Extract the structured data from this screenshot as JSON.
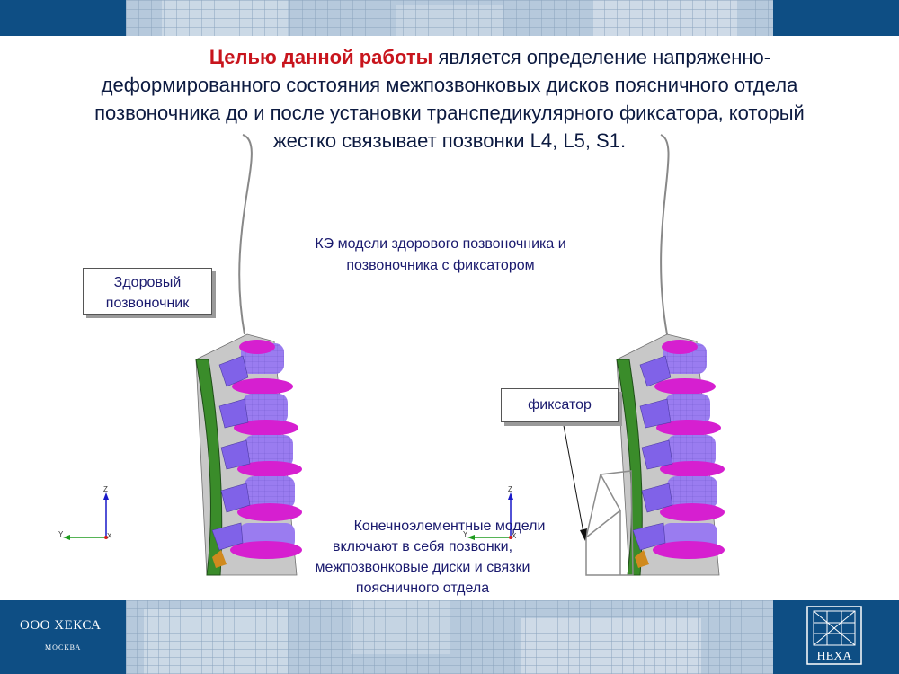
{
  "header": {
    "title_highlight": "Целью данной работы",
    "title_line1_rest": " является определение напряженно-",
    "title_line2": "деформированного состояния межпозвонковых дисков поясничного отдела",
    "title_line3": "позвоночника до и после установки транспедикулярного фиксатора, который",
    "title_line4": "жестко связывает позвонки L4, L5, S1."
  },
  "captions": {
    "models_line1": "КЭ модели здорового позвоночника и",
    "models_line2": "позвоночника с фиксатором",
    "healthy_line1": "Здоровый",
    "healthy_line2": "позвоночник",
    "fixator": "фиксатор",
    "fe_line1": "Конечноэлементные модели",
    "fe_line2": "включают в себя позвонки,",
    "fe_line3": "межпозвонковые диски и связки",
    "fe_line4": "поясничного отдела"
  },
  "axes_labels": {
    "z": "Z",
    "y": "Y",
    "x": "X"
  },
  "footer": {
    "company": "ООО ХЕКСА",
    "city": "МОСКВА",
    "logo_text": "HEXA"
  },
  "colors": {
    "band": "#0e4e84",
    "vertebra": "#9a7cf0",
    "disc": "#d61fd0",
    "ligament": "#2f8f2a",
    "title_highlight": "#c8151d"
  }
}
